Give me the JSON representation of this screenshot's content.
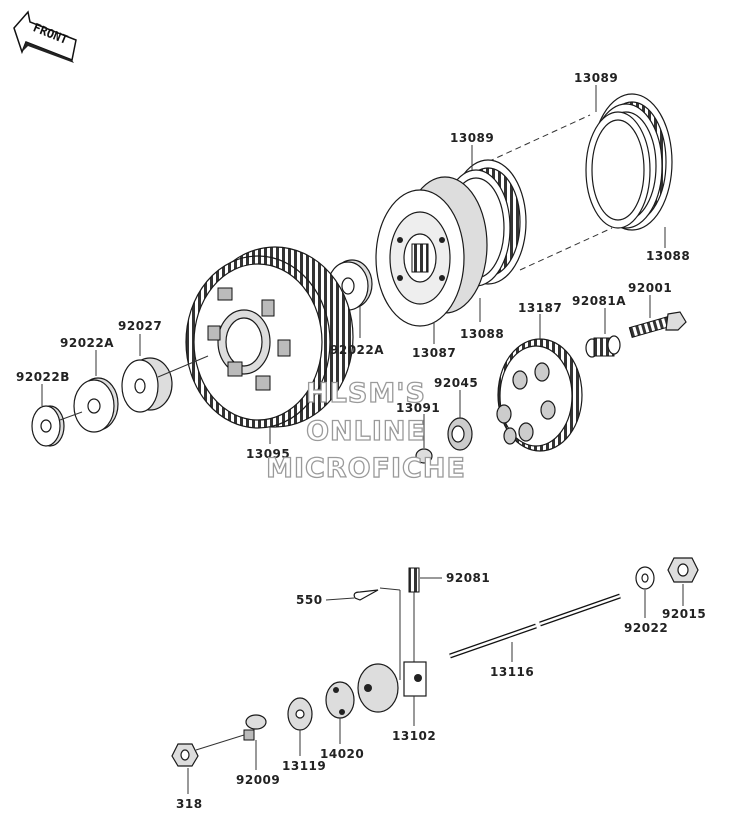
{
  "front_arrow": {
    "label": "FRONT"
  },
  "watermark": {
    "line1": "HLSM'S",
    "line2": "ONLINE",
    "line3": "MICROFICHE"
  },
  "labels": [
    {
      "id": "13089-top",
      "text": "13089"
    },
    {
      "id": "13089-mid",
      "text": "13089"
    },
    {
      "id": "13088-right",
      "text": "13088"
    },
    {
      "id": "92001",
      "text": "92001"
    },
    {
      "id": "92081A",
      "text": "92081A"
    },
    {
      "id": "13187",
      "text": "13187"
    },
    {
      "id": "13088-mid",
      "text": "13088"
    },
    {
      "id": "92027",
      "text": "92027"
    },
    {
      "id": "92022A-left",
      "text": "92022A"
    },
    {
      "id": "92022A-right",
      "text": "92022A"
    },
    {
      "id": "13087",
      "text": "13087"
    },
    {
      "id": "92022B",
      "text": "92022B"
    },
    {
      "id": "92045",
      "text": "92045"
    },
    {
      "id": "13091",
      "text": "13091"
    },
    {
      "id": "13095",
      "text": "13095"
    },
    {
      "id": "92081",
      "text": "92081"
    },
    {
      "id": "550",
      "text": "550"
    },
    {
      "id": "92022",
      "text": "92022"
    },
    {
      "id": "92015",
      "text": "92015"
    },
    {
      "id": "13116",
      "text": "13116"
    },
    {
      "id": "13102",
      "text": "13102"
    },
    {
      "id": "14020",
      "text": "14020"
    },
    {
      "id": "13119",
      "text": "13119"
    },
    {
      "id": "92009",
      "text": "92009"
    },
    {
      "id": "318",
      "text": "318"
    }
  ]
}
